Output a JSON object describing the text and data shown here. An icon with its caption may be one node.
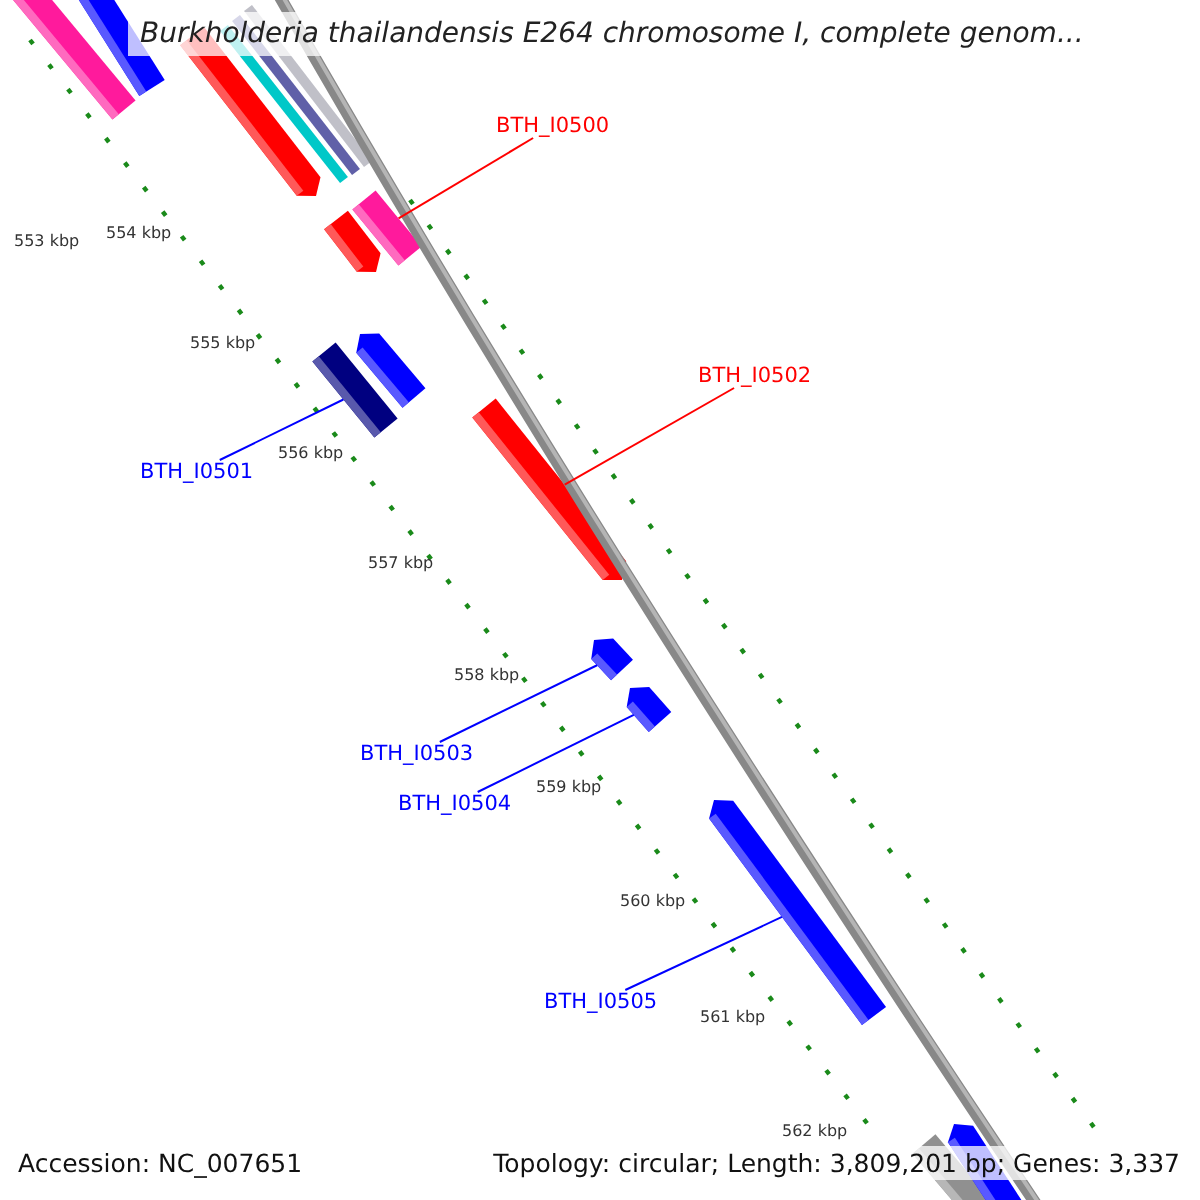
{
  "diagram": {
    "title": "Burkholderia thailandensis E264 chromosome I, complete genom...",
    "nodes": [
      {
        "text": [
          "BTH_I0500"
        ]
      },
      {
        "text": [],
        "shape": "bar"
      },
      {
        "text": [
          "BTH_I0501"
        ]
      },
      {
        "text": [],
        "shape": "bar"
      },
      {
        "text": [
          "BTH_I0502"
        ]
      },
      {
        "text": [],
        "shape": "bar"
      },
      {
        "text": [
          "BTH_I0503"
        ]
      },
      {
        "text": [],
        "shape": "bar"
      },
      {
        "text": [
          "BTH_I0504"
        ]
      },
      {
        "text": [],
        "shape": "bar"
      },
      {
        "text": [
          "BTH_I0505"
        ]
      },
      {
        "text": [],
        "shape": "bar"
      },
      {
        "text": [],
        "shape": "bar"
      },
      {
        "text": [],
        "shape": "bar"
      },
      {
        "text": [],
        "shape": "bar"
      },
      {
        "text": [],
        "shape": "bar"
      },
      {
        "text": [],
        "shape": "bar"
      },
      {
        "text": [],
        "shape": "bar"
      },
      {
        "text": [],
        "shape": "bar"
      },
      {
        "text": [],
        "shape": "bar"
      },
      {
        "text": [],
        "shape": "bar"
      },
      {
        "text": [],
        "shape": "bar"
      }
    ],
    "edges": [
      {
        "from": 0,
        "to": 1,
        "arrow": "none",
        "color": "#ff0000"
      },
      {
        "from": 2,
        "to": 3,
        "arrow": "none"
      },
      {
        "from": 4,
        "to": 5,
        "arrow": "none",
        "color": "#ff0000"
      },
      {
        "from": 6,
        "to": 7,
        "arrow": "none"
      },
      {
        "from": 8,
        "to": 9,
        "arrow": "none"
      },
      {
        "from": 10,
        "to": 11,
        "arrow": "none"
      }
    ],
    "labels": [
      "553 kbp",
      "554 kbp",
      "555 kbp",
      "556 kbp",
      "557 kbp",
      "558 kbp",
      "559 kbp",
      "560 kbp",
      "561 kbp",
      "562 kbp",
      "Accession: NC_007651",
      "Topology: circular; Length: 3,809,201 bp; Genes: 3,337"
    ]
  }
}
